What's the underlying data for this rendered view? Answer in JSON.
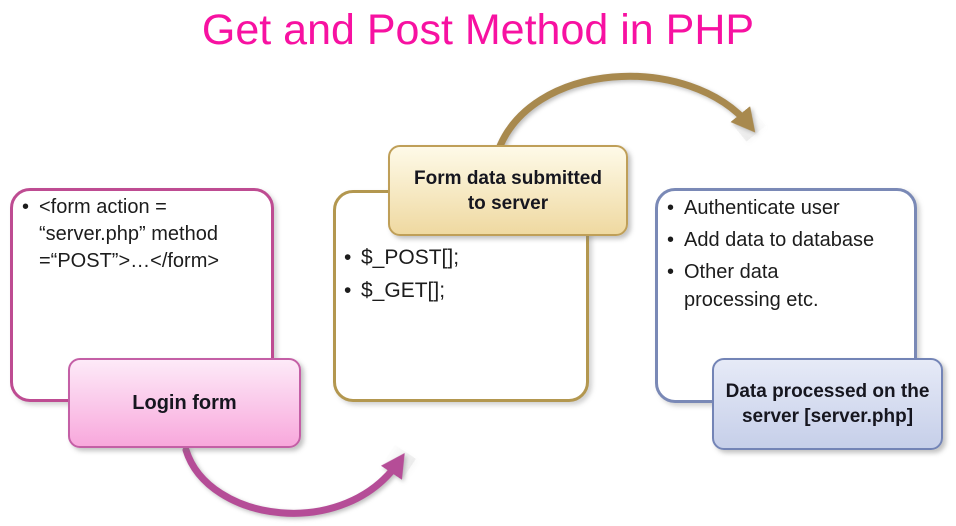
{
  "title": "Get and Post Method in PHP",
  "glyphs": {
    "bullet": "•"
  },
  "colors": {
    "title": "#F711A1",
    "left_outline_border": "#BE4C92",
    "login_label_border": "#C45FA6",
    "login_label_gradient": [
      "#FDEAF8",
      "#F8A8DC"
    ],
    "middle_outline_border": "#B3974F",
    "middle_label_border": "#BF9F58",
    "middle_label_gradient": [
      "#FEFAE8",
      "#EFD9A1"
    ],
    "right_outline_border": "#7A89B6",
    "right_label_border": "#7384B6",
    "right_label_gradient": [
      "#E6EAF7",
      "#C6CFE9"
    ],
    "arrow_tan": "#A8894E",
    "arrow_pink": "#B54D97",
    "body_text": "#1C1C1C"
  },
  "left_panel": {
    "code_lines": [
      "<form action =",
      "“server.php” method",
      "=“POST”>…</form>"
    ],
    "label": "Login form"
  },
  "middle_panel": {
    "label_lines": [
      "Form data submitted",
      "to server"
    ],
    "items": [
      "$_POST[];",
      "$_GET[];"
    ]
  },
  "right_panel": {
    "items": [
      {
        "lines": [
          "Authenticate user",
          ""
        ]
      },
      {
        "lines": [
          "Add data to database",
          ""
        ]
      },
      {
        "lines": [
          "Other data",
          "processing etc."
        ]
      }
    ],
    "label_lines": [
      "Data processed on the",
      "server [server.php]"
    ]
  }
}
